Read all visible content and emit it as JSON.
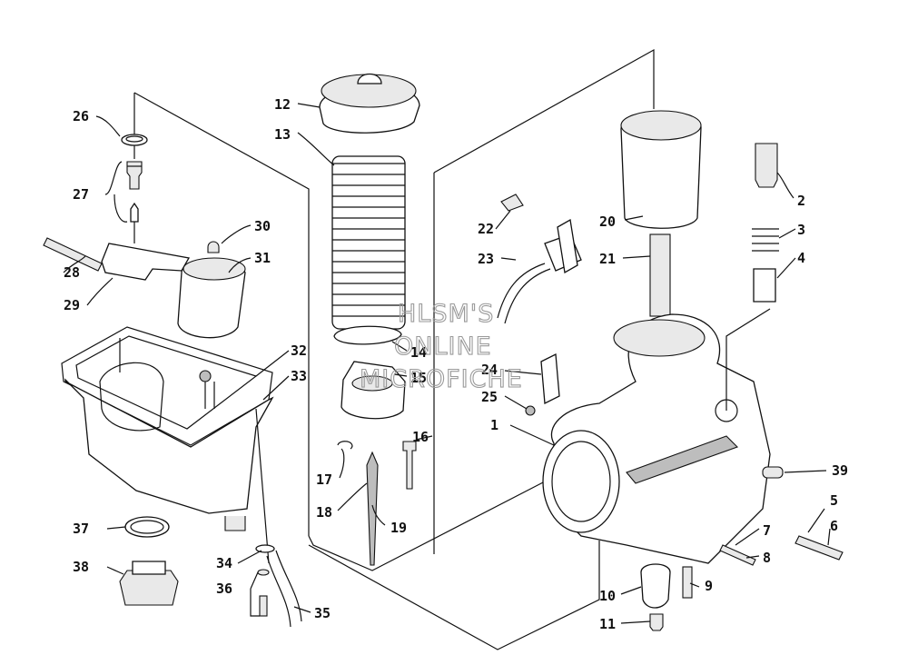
{
  "watermark": [
    "HLSM'S",
    "ONLINE",
    "MICROFICHE"
  ],
  "callouts": [
    "1",
    "2",
    "3",
    "4",
    "5",
    "6",
    "7",
    "8",
    "9",
    "10",
    "11",
    "12",
    "13",
    "14",
    "15",
    "16",
    "17",
    "18",
    "19",
    "20",
    "21",
    "22",
    "23",
    "24",
    "25",
    "26",
    "27",
    "28",
    "29",
    "30",
    "31",
    "32",
    "33",
    "34",
    "35",
    "36",
    "37",
    "38",
    "39"
  ]
}
